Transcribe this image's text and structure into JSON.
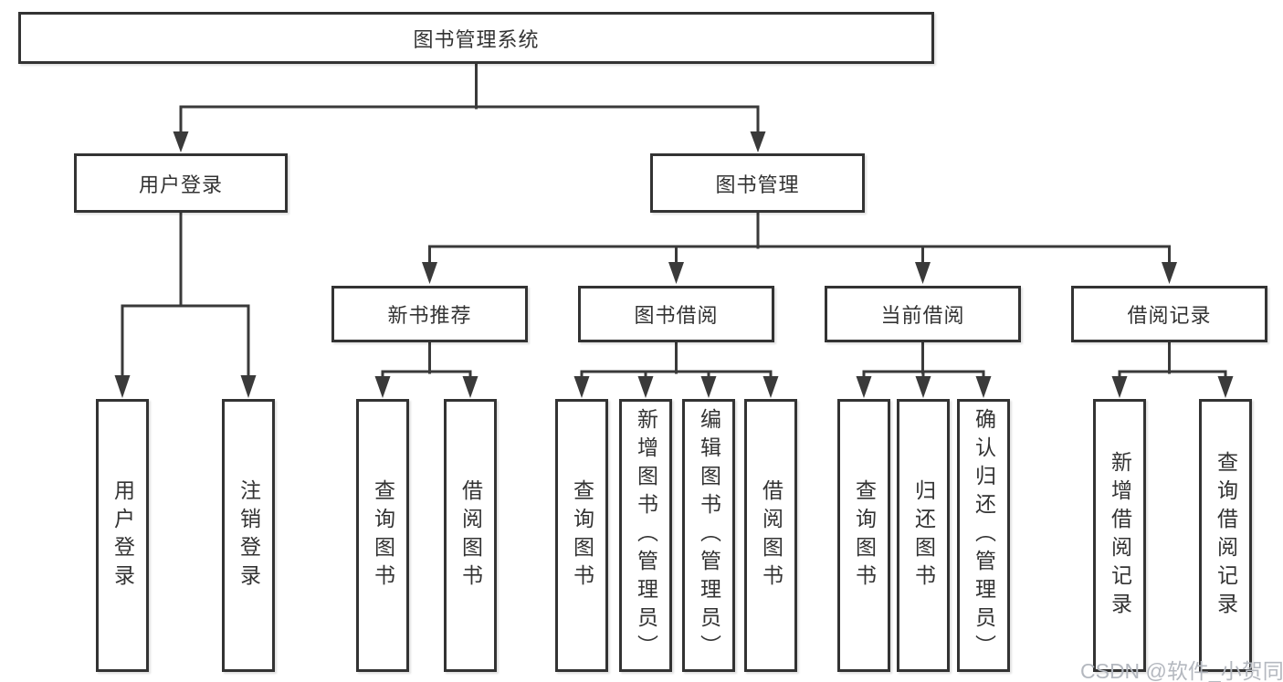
{
  "tree": {
    "root": {
      "label": "图书管理系统",
      "children": [
        {
          "label": "用户登录",
          "children": [
            {
              "label": "用户登录"
            },
            {
              "label": "注销登录"
            }
          ]
        },
        {
          "label": "图书管理",
          "children": [
            {
              "label": "新书推荐",
              "children": [
                {
                  "label": "查询图书"
                },
                {
                  "label": "借阅图书"
                }
              ]
            },
            {
              "label": "图书借阅",
              "children": [
                {
                  "label": "查询图书"
                },
                {
                  "label": "新增图书（管理员）"
                },
                {
                  "label": "编辑图书（管理员）"
                },
                {
                  "label": "借阅图书"
                }
              ]
            },
            {
              "label": "当前借阅",
              "children": [
                {
                  "label": "查询图书"
                },
                {
                  "label": "归还图书"
                },
                {
                  "label": "确认归还（管理员）"
                }
              ]
            },
            {
              "label": "借阅记录",
              "children": [
                {
                  "label": "新增借阅记录"
                },
                {
                  "label": "查询借阅记录"
                }
              ]
            }
          ]
        }
      ]
    }
  },
  "watermark": {
    "text": "CSDN @软件_小贺同学"
  },
  "colors": {
    "background": "#ffffff",
    "box_border": "#333333",
    "line": "#3a3a3a",
    "text": "#333333",
    "watermark_text": "#b4b8bf"
  }
}
